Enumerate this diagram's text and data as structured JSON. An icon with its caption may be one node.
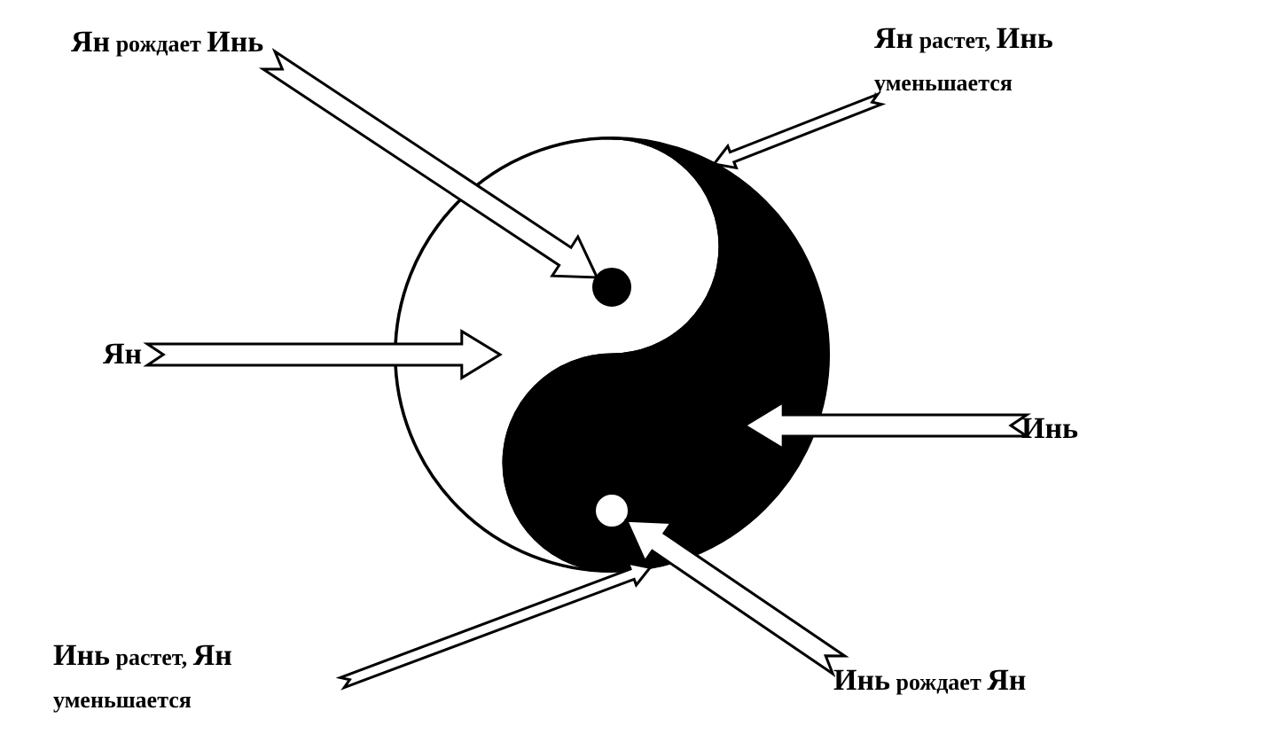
{
  "diagram": {
    "nodes": [
      {
        "text": [
          "**Ян** рождает **Инь**"
        ]
      },
      {
        "text": [
          "**Ян** растет, **Инь** уменьшается"
        ]
      },
      {
        "text": [
          "**Ян**"
        ]
      },
      {
        "text": [
          "**Инь**"
        ]
      },
      {
        "text": [
          "**Инь** растет, **Ян** уменьшается"
        ]
      },
      {
        "text": [
          "**Инь** рождает **Ян**"
        ]
      },
      {
        "text": [],
        "shape": "circle"
      },
      {
        "text": [],
        "shape": "teardrop",
        "in": 6
      },
      {
        "text": [],
        "shape": "teardrop",
        "in": 6
      },
      {
        "text": [],
        "shape": "circle",
        "in": 7
      },
      {
        "text": [],
        "shape": "circle",
        "in": 8
      }
    ],
    "edges": [
      {
        "from": 0,
        "to": 9,
        "arrow": "to"
      },
      {
        "from": 1,
        "to": 6,
        "arrow": "to"
      },
      {
        "from": 2,
        "to": 7,
        "arrow": "to"
      },
      {
        "from": 3,
        "to": 8,
        "arrow": "to"
      },
      {
        "from": 4,
        "to": 6,
        "arrow": "to"
      },
      {
        "from": 5,
        "to": 10,
        "arrow": "to"
      }
    ]
  }
}
